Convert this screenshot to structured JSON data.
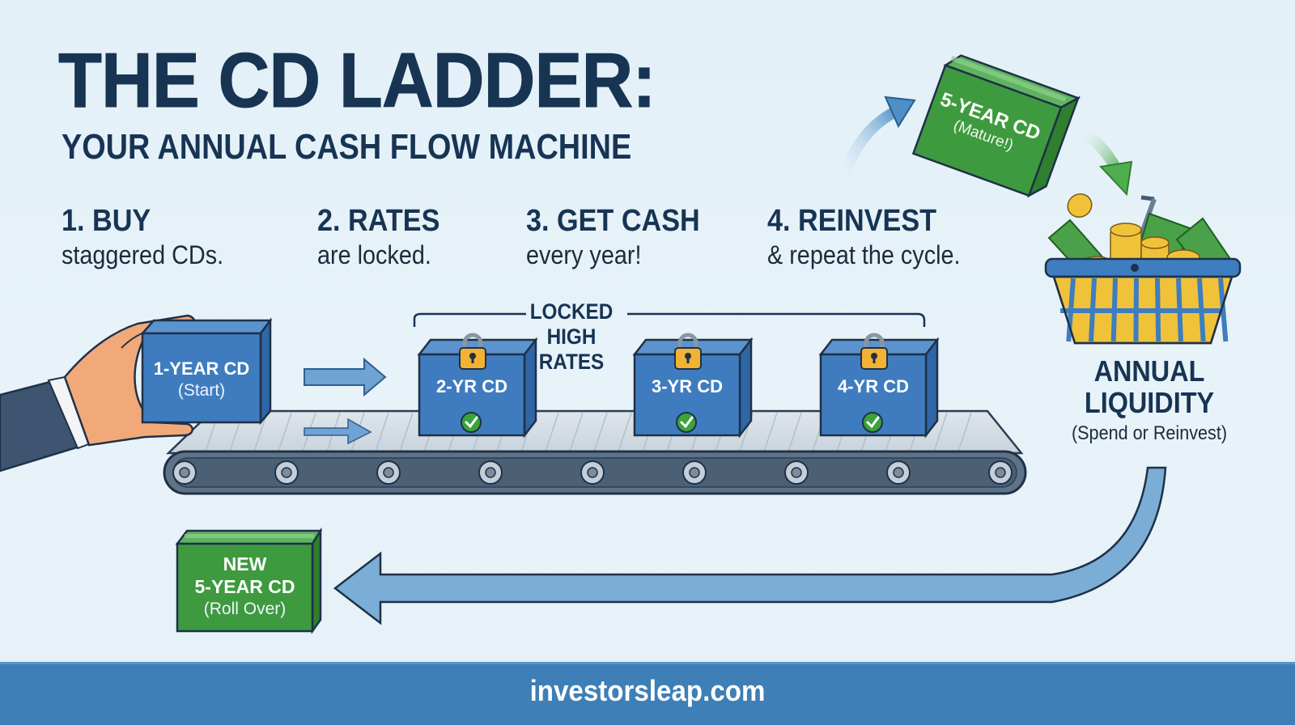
{
  "header": {
    "title": "THE CD LADDER:",
    "subtitle": "YOUR ANNUAL CASH FLOW MACHINE"
  },
  "steps": [
    {
      "heading": "1. BUY",
      "description": "staggered CDs."
    },
    {
      "heading": "2. RATES",
      "description": "are locked."
    },
    {
      "heading": "3. GET CASH",
      "description": "every year!"
    },
    {
      "heading": "4. REINVEST",
      "description": "& repeat the cycle."
    }
  ],
  "boxes": {
    "start": {
      "label": "1-YEAR CD",
      "sublabel": "(Start)"
    },
    "locked": [
      {
        "label": "2-YR CD"
      },
      {
        "label": "3-YR CD"
      },
      {
        "label": "4-YR CD"
      }
    ],
    "mature": {
      "label": "5-YEAR CD",
      "sublabel": "(Mature!)"
    },
    "rollover": {
      "line1": "NEW",
      "line2": "5-YEAR CD",
      "sublabel": "(Roll Over)"
    }
  },
  "locked_bracket": {
    "lines": [
      "LOCKED",
      "HIGH",
      "RATES"
    ]
  },
  "liquidity": {
    "line1": "ANNUAL",
    "line2": "LIQUIDITY",
    "sublabel": "(Spend or Reinvest)"
  },
  "footer": {
    "site": "investorsleap.com"
  },
  "colors": {
    "navy": "#173453",
    "cd_blue": "#3f7cbf",
    "cd_green": "#3e9a3e",
    "lock_gold": "#f2b233",
    "check_green": "#3aa33a",
    "arrow_blue": "#7aaed6",
    "footer_blue": "#3d7fb6"
  }
}
